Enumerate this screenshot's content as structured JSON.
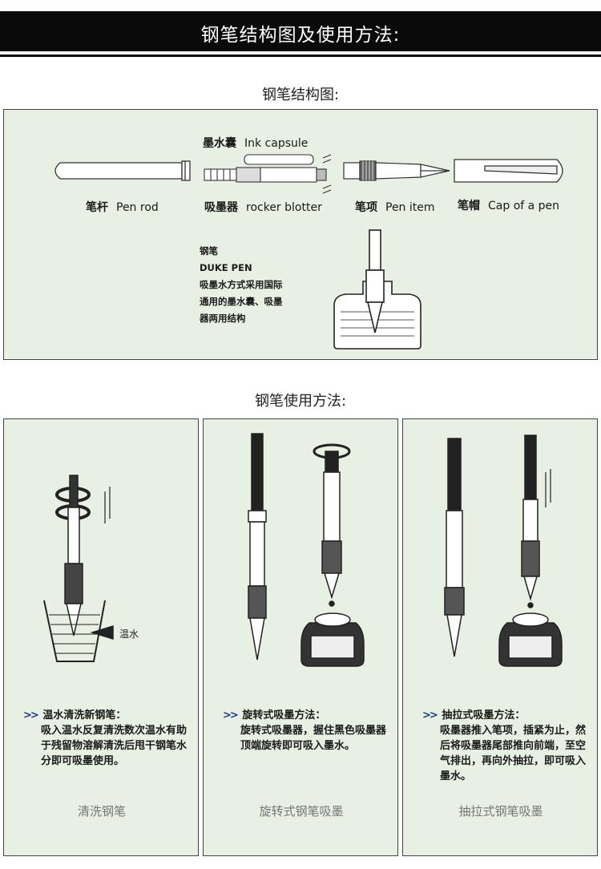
{
  "header": {
    "title": "钢笔结构图及使用方法:"
  },
  "structure": {
    "title": "钢笔结构图:",
    "labels": {
      "ink_capsule_cn": "墨水囊",
      "ink_capsule_en": "Ink capsule",
      "pen_rod_cn": "笔杆",
      "pen_rod_en": "Pen rod",
      "rocker_cn": "吸墨器",
      "rocker_en": "rocker blotter",
      "pen_item_cn": "笔项",
      "pen_item_en": "Pen item",
      "cap_cn": "笔帽",
      "cap_en": "Cap of a pen"
    },
    "note": [
      "钢笔",
      "DUKE PEN",
      "吸墨水方式采用国际",
      "通用的墨水囊、吸墨",
      "器两用结构"
    ]
  },
  "usage": {
    "title": "钢笔使用方法:",
    "panels": [
      {
        "heading": "温水清洗新钢笔：",
        "body": "吸入温水反复清洗数次温水有助于残留物溶解清洗后甩干钢笔水分即可吸墨使用。",
        "caption": "清洗钢笔",
        "water_label": "温水"
      },
      {
        "heading": "旋转式吸墨方法：",
        "body": "旋转式吸墨器，握住黑色吸墨器顶端旋转即可吸入墨水。",
        "caption": "旋转式钢笔吸墨"
      },
      {
        "heading": "抽拉式吸墨方法：",
        "body": "吸墨器推入笔项，插紧为止，然后将吸墨器尾部推向前端，至空气排出，再向外抽拉，即可吸入墨水。",
        "caption": "抽拉式钢笔吸墨"
      }
    ]
  }
}
